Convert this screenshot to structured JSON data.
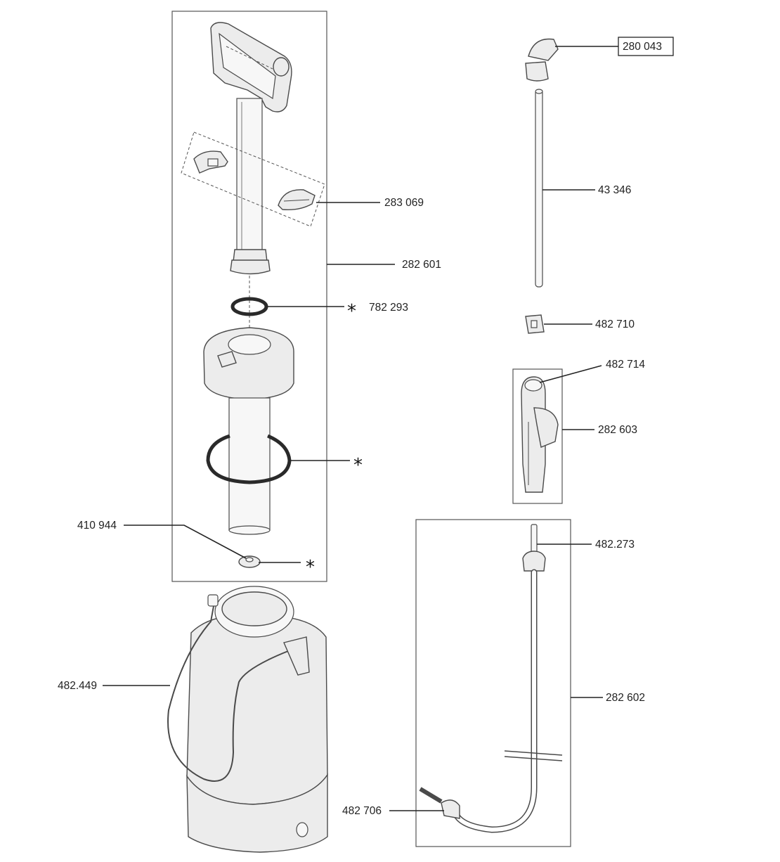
{
  "labels": {
    "p280043": "280 043",
    "p43346": "43 346",
    "p283069": "283 069",
    "p282601": "282 601",
    "p782293": "782 293",
    "p482710": "482 710",
    "p482714": "482 714",
    "p282603": "282 603",
    "p410944": "410 944",
    "p482273": "482.273",
    "p482449": "482.449",
    "p282602": "282 602",
    "p482706": "482 706"
  },
  "marker": "*",
  "colors": {
    "line": "#222222",
    "part_fill": "#ececec",
    "frame": "#555555"
  },
  "icons": [
    "pump-assembly",
    "o-ring",
    "seal-ring",
    "valve-disc",
    "tank",
    "nozzle",
    "lance",
    "spray-handle",
    "hose",
    "clip"
  ]
}
